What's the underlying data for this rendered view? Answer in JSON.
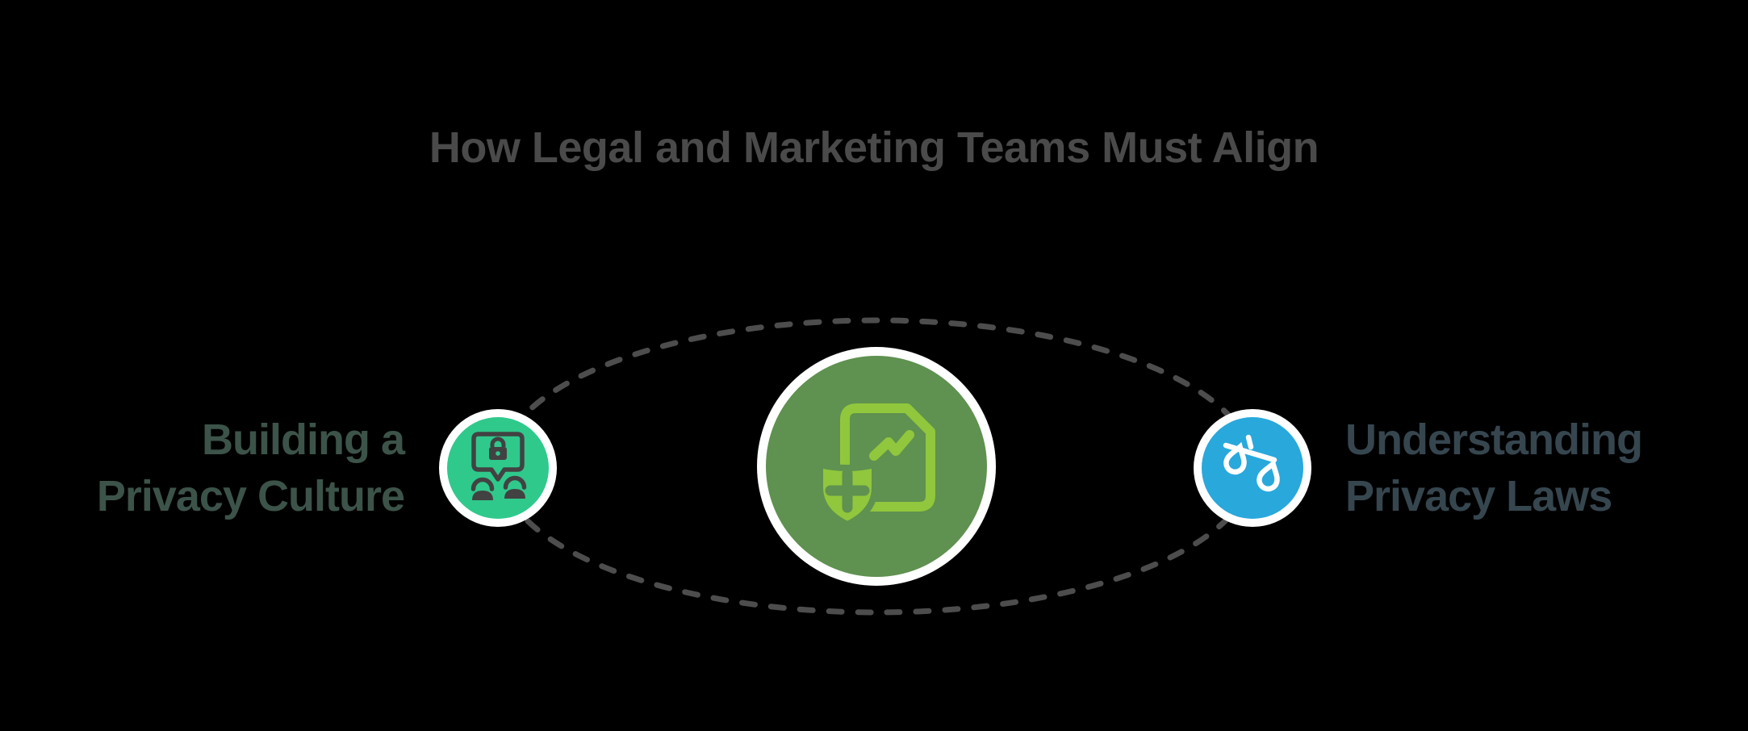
{
  "title": {
    "text": "How Legal and Marketing Teams Must Align",
    "color": "#4a4a4a"
  },
  "background": "#000000",
  "connector": {
    "shape": "dashed-ellipse",
    "color": "#4d4d4d"
  },
  "nodes": {
    "left": {
      "label": [
        "Building a",
        "Privacy Culture"
      ],
      "label_color": "#3c5349",
      "circle_color": "#2fc98c",
      "ring_color": "#ffffff",
      "icon": "privacy-chat-people-icon",
      "icon_color": "#424242"
    },
    "center": {
      "icon": "shield-report-icon",
      "circle_color": "#5f9150",
      "ring_color": "#ffffff",
      "icon_color": "#90c73c"
    },
    "right": {
      "label": [
        "Understanding",
        "Privacy Laws"
      ],
      "label_color": "#36464f",
      "circle_color": "#29a8dc",
      "ring_color": "#ffffff",
      "icon": "scales-of-justice-icon",
      "icon_color": "#ffffff"
    }
  }
}
